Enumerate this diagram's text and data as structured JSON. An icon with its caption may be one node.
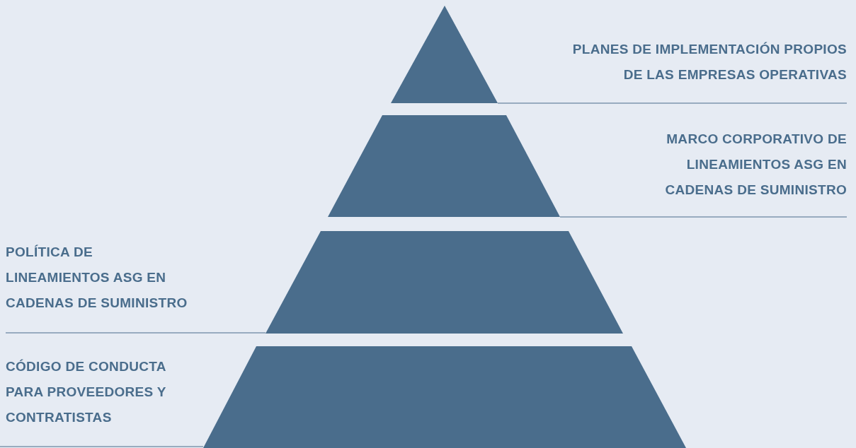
{
  "diagram": {
    "nodes": [
      {
        "text": [],
        "shape": "triangle"
      },
      {
        "text": [],
        "shape": "trapezoid"
      },
      {
        "text": [],
        "shape": "trapezoid"
      },
      {
        "text": [],
        "shape": "trapezoid"
      }
    ],
    "labels": [
      "PLANES DE IMPLEMENTACIÓN PROPIOS DE LAS EMPRESAS OPERATIVAS",
      "MARCO CORPORATIVO DE LINEAMIENTOS ASG EN CADENAS DE SUMINISTRO",
      "POLÍTICA DE LINEAMIENTOS ASG EN CADENAS DE SUMINISTRO",
      "CÓDIGO DE CONDUCTA PARA PROVEEDORES Y CONTRATISTAS"
    ]
  }
}
